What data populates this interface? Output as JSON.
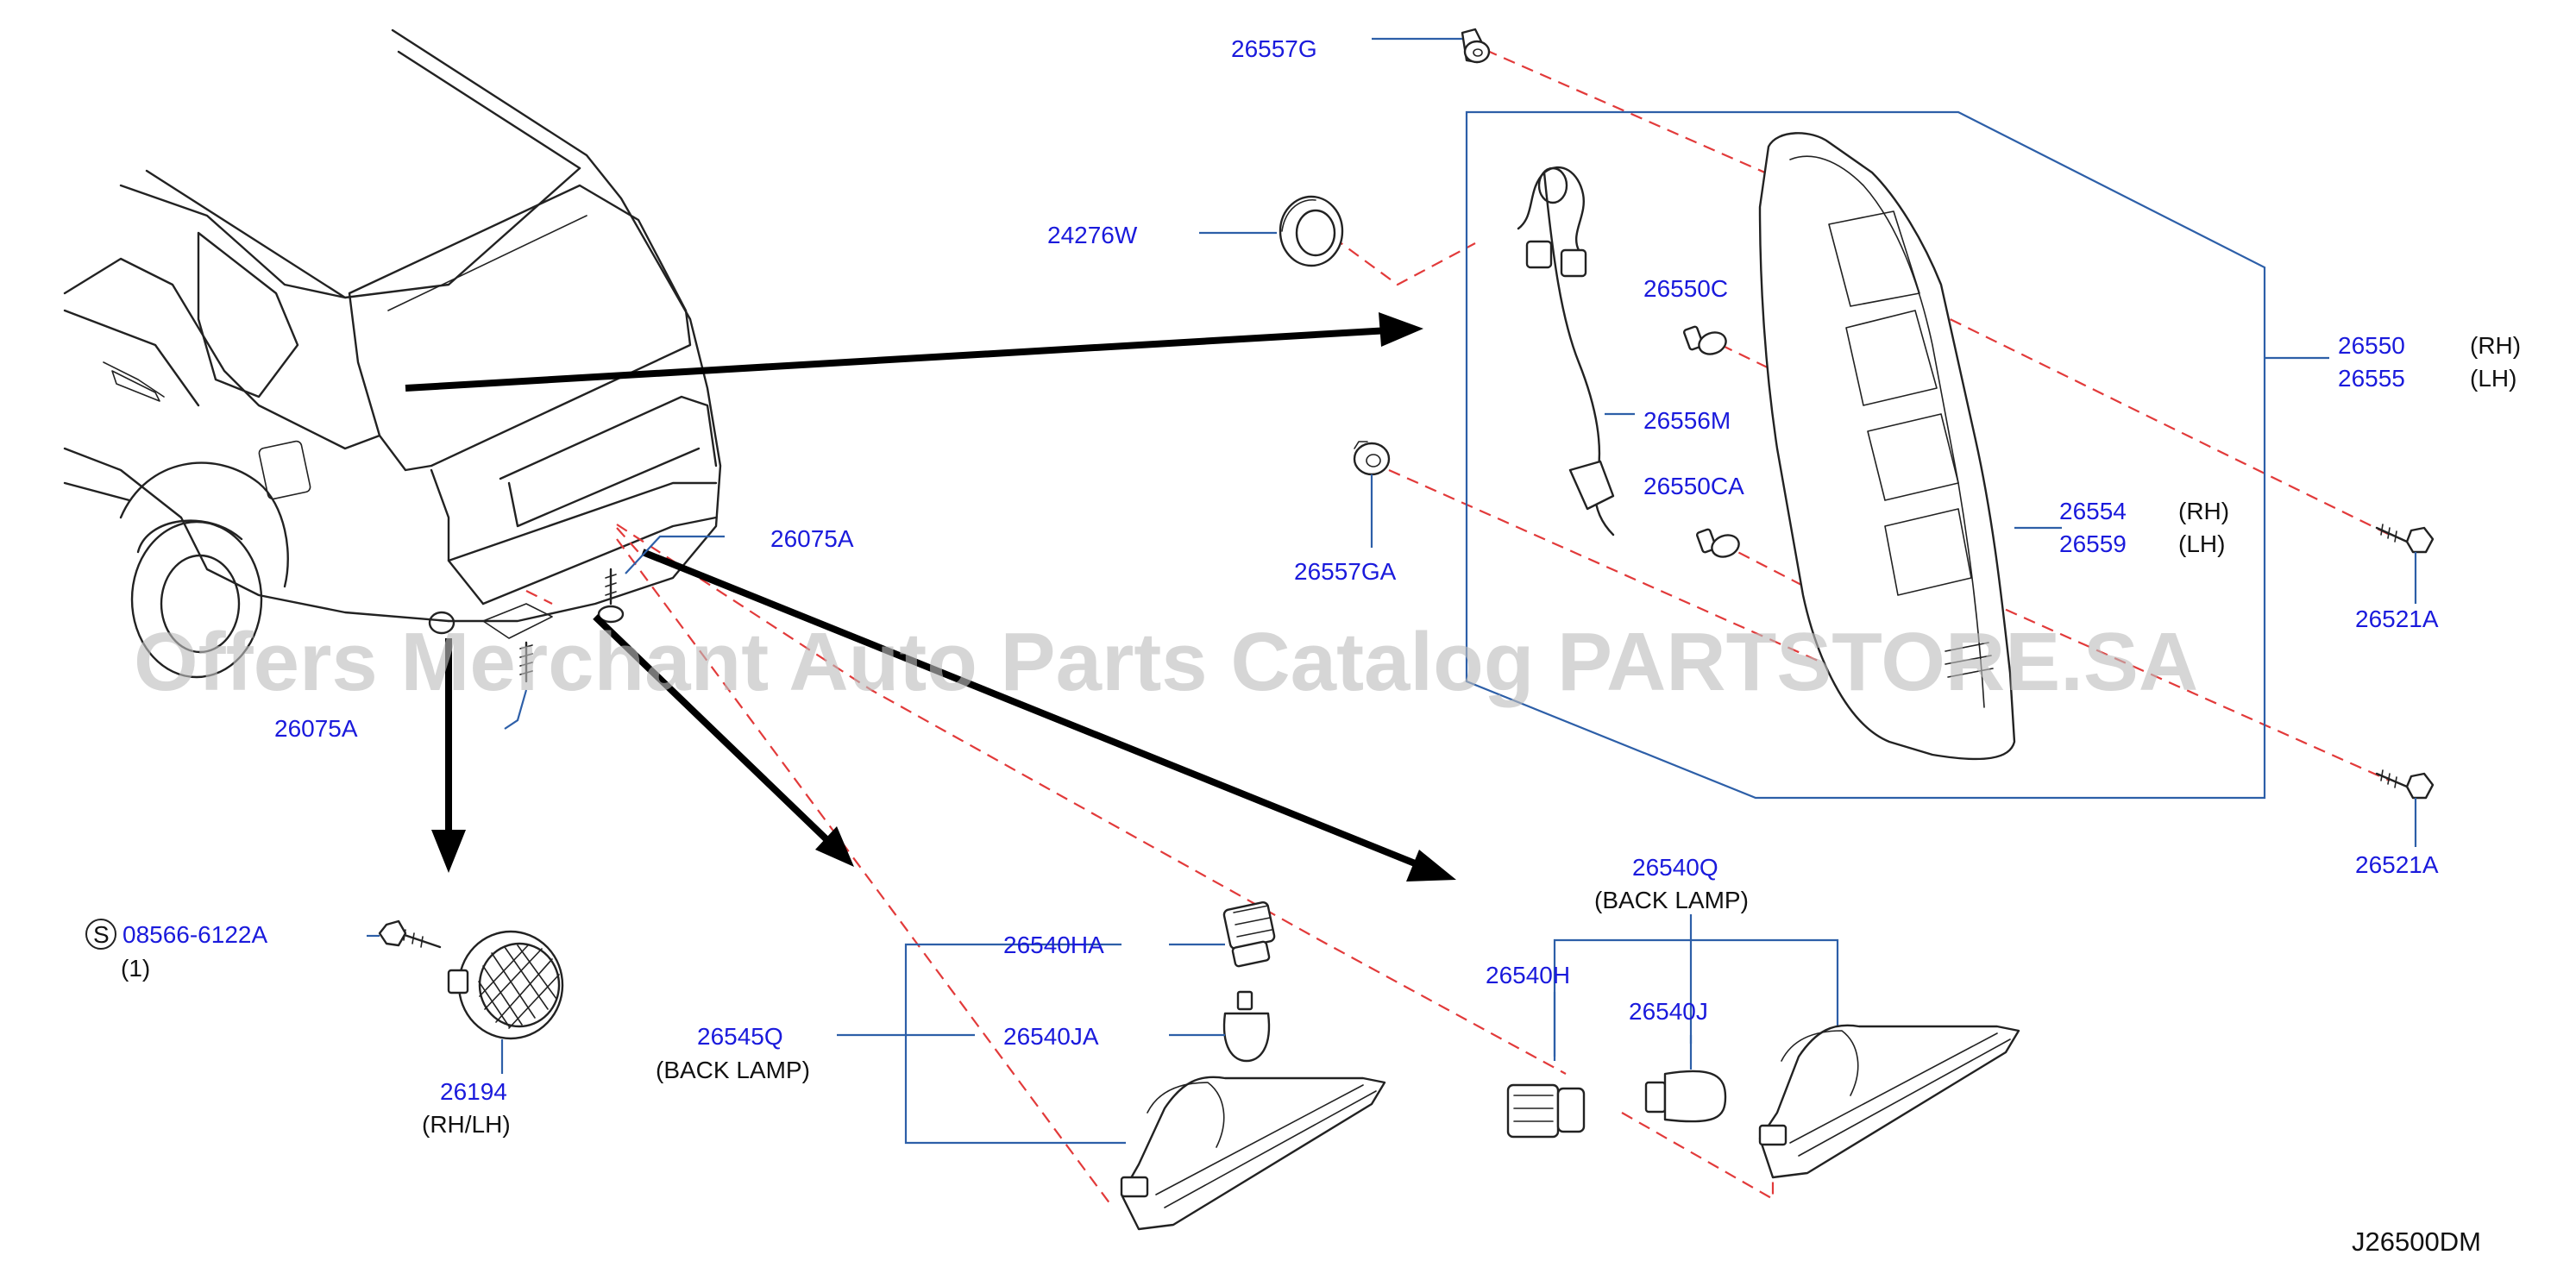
{
  "diagram": {
    "figure_code": "J26500DM",
    "watermark": "Offers Merchant Auto Parts Catalog PARTSTORE.SA"
  },
  "labels": {
    "p26557G": "26557G",
    "p24276W": "24276W",
    "p26550C": "26550C",
    "p26556M": "26556M",
    "p26550CA": "26550CA",
    "p26557GA": "26557GA",
    "p26550": "26550",
    "p26550_side": "(RH)",
    "p26555": "26555",
    "p26555_side": "(LH)",
    "p26554": "26554",
    "p26554_side": "(RH)",
    "p26559": "26559",
    "p26559_side": "(LH)",
    "p26521A_top": "26521A",
    "p26521A_bottom": "26521A",
    "p26075A_top": "26075A",
    "p26075A_bottom": "26075A",
    "p26540Q": "26540Q",
    "p26540Q_note": "(BACK   LAMP)",
    "p26540H": "26540H",
    "p26540J": "26540J",
    "p26540HA": "26540HA",
    "p26540JA": "26540JA",
    "p26545Q": "26545Q",
    "p26545Q_note": "(BACK   LAMP)",
    "p08566": "08566-6122A",
    "p08566_marker": "S",
    "p08566_qty": "(1)",
    "p26194": "26194",
    "p26194_side": "(RH/LH)"
  },
  "colors": {
    "label_blue": "#1a1adc",
    "leader_blue": "#2d5fa8",
    "phantom_red": "#e23a3a",
    "ink": "#222222",
    "watermark_gray": "#bdbdbd"
  }
}
